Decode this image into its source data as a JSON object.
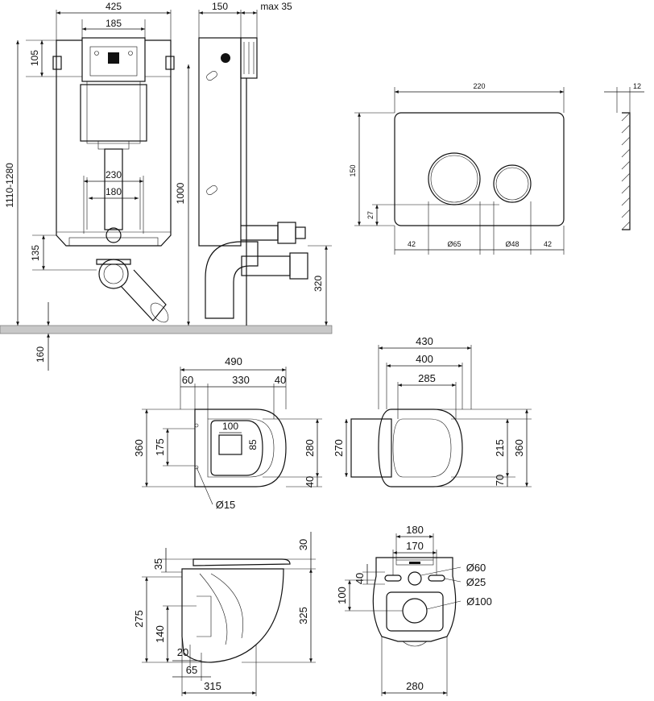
{
  "drawings": {
    "frame_front": {
      "width": "425",
      "plate_width": "185",
      "top_offset": "105",
      "height_range": "1110-1280",
      "pipe_inner_width": "230",
      "pipe_spacing": "180",
      "bottom_offset": "135",
      "floor_depth": "160"
    },
    "frame_side": {
      "depth": "150",
      "max_depth": "max 35",
      "height": "1000",
      "outlet_height": "320"
    },
    "flush_plate": {
      "width": "220",
      "height": "150",
      "bottom_offset": "27",
      "margin_left": "42",
      "large_button": "Ø65",
      "small_button": "Ø48",
      "margin_right": "42",
      "thickness": "12"
    },
    "toilet_top": {
      "overall_length": "490",
      "rear_offset": "60",
      "seat_length": "330",
      "front_offset": "40",
      "overall_width": "360",
      "inner_width": "175",
      "rim_width": "280",
      "opening_width": "100",
      "opening_depth": "85",
      "front_lip": "40",
      "hole_diameter": "Ø15"
    },
    "seat_top": {
      "overall_width": "430",
      "outer_width": "400",
      "inner_width": "285",
      "side_depth": "270",
      "opening_depth": "215",
      "front_depth": "70",
      "overall_depth": "360"
    },
    "toilet_side": {
      "seat_thickness": "30",
      "rim_offset": "35",
      "height": "275",
      "overall_height": "325",
      "outlet_height": "140",
      "outlet_offset": "20",
      "wall_offset": "65",
      "length": "315"
    },
    "toilet_rear": {
      "top_width": "180",
      "bolt_spacing": "170",
      "inlet_diameter": "Ø60",
      "vertical_offset": "40",
      "bolt_diameter": "Ø25",
      "centre_height": "100",
      "outlet_diameter": "Ø100",
      "bottom_width": "280"
    }
  }
}
